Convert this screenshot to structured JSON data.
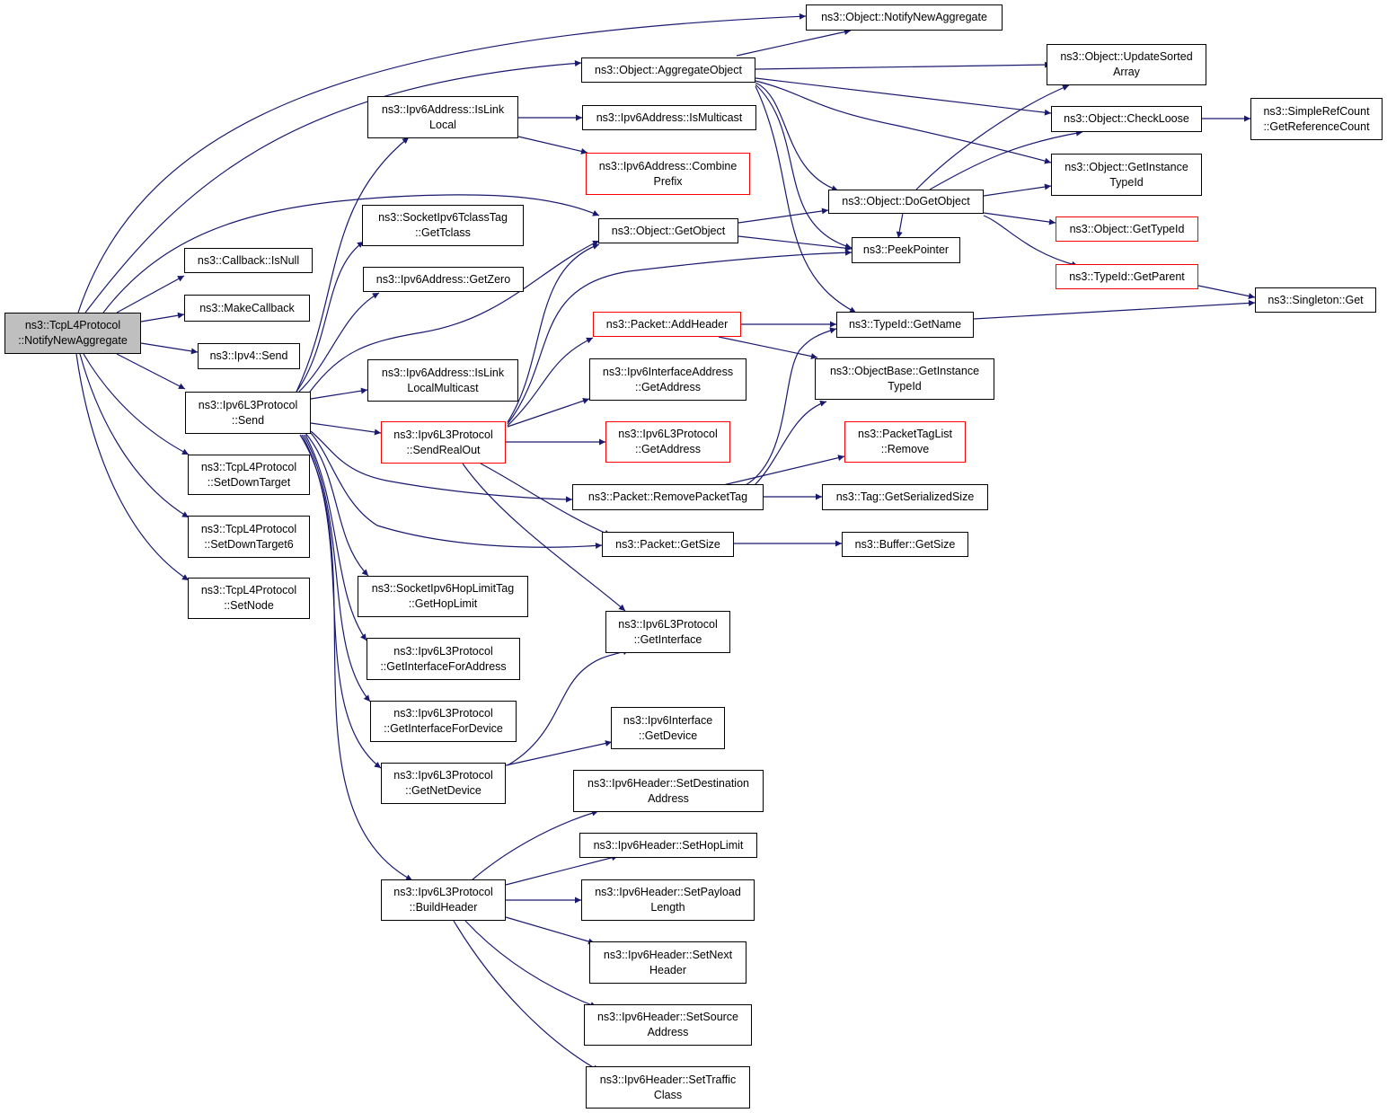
{
  "colors": {
    "edge": "#191970",
    "border": "#000000",
    "red_border": "#ff0000",
    "root_fill": "#bfbfbf"
  },
  "nodes": {
    "root": {
      "lines": [
        "ns3::TcpL4Protocol",
        "::NotifyNewAggregate"
      ]
    },
    "oNNA": {
      "lines": [
        "ns3::Object::NotifyNewAggregate"
      ]
    },
    "oAO": {
      "lines": [
        "ns3::Object::AggregateObject"
      ]
    },
    "oUSA": {
      "lines": [
        "ns3::Object::UpdateSorted",
        "Array"
      ]
    },
    "oCL": {
      "lines": [
        "ns3::Object::CheckLoose"
      ]
    },
    "srcGRC": {
      "lines": [
        "ns3::SimpleRefCount",
        "::GetReferenceCount"
      ]
    },
    "oGIT": {
      "lines": [
        "ns3::Object::GetInstance",
        "TypeId"
      ]
    },
    "oDGO": {
      "lines": [
        "ns3::Object::DoGetObject"
      ]
    },
    "oGTI": {
      "lines": [
        "ns3::Object::GetTypeId"
      ]
    },
    "tGP": {
      "lines": [
        "ns3::TypeId::GetParent"
      ]
    },
    "sG": {
      "lines": [
        "ns3::Singleton::Get"
      ]
    },
    "pp": {
      "lines": [
        "ns3::PeekPointer"
      ]
    },
    "tGN": {
      "lines": [
        "ns3::TypeId::GetName"
      ]
    },
    "obGIT": {
      "lines": [
        "ns3::ObjectBase::GetInstance",
        "TypeId"
      ]
    },
    "ptlR": {
      "lines": [
        "ns3::PacketTagList",
        "::Remove"
      ]
    },
    "tGSS": {
      "lines": [
        "ns3::Tag::GetSerializedSize"
      ]
    },
    "bGS": {
      "lines": [
        "ns3::Buffer::GetSize"
      ]
    },
    "iaILL": {
      "lines": [
        "ns3::Ipv6Address::IsLink",
        "Local"
      ]
    },
    "iaIM": {
      "lines": [
        "ns3::Ipv6Address::IsMulticast"
      ]
    },
    "iaCP": {
      "lines": [
        "ns3::Ipv6Address::Combine",
        "Prefix"
      ]
    },
    "stGT": {
      "lines": [
        "ns3::SocketIpv6TclassTag",
        "::GetTclass"
      ]
    },
    "oGO": {
      "lines": [
        "ns3::Object::GetObject"
      ]
    },
    "cIN": {
      "lines": [
        "ns3::Callback::IsNull"
      ]
    },
    "iaGZ": {
      "lines": [
        "ns3::Ipv6Address::GetZero"
      ]
    },
    "mC": {
      "lines": [
        "ns3::MakeCallback"
      ]
    },
    "pAH": {
      "lines": [
        "ns3::Packet::AddHeader"
      ]
    },
    "i4S": {
      "lines": [
        "ns3::Ipv4::Send"
      ]
    },
    "iaILLM": {
      "lines": [
        "ns3::Ipv6Address::IsLink",
        "LocalMulticast"
      ]
    },
    "iiaGA": {
      "lines": [
        "ns3::Ipv6InterfaceAddress",
        "::GetAddress"
      ]
    },
    "l3S": {
      "lines": [
        "ns3::Ipv6L3Protocol",
        "::Send"
      ]
    },
    "l3SRO": {
      "lines": [
        "ns3::Ipv6L3Protocol",
        "::SendRealOut"
      ]
    },
    "l3GA": {
      "lines": [
        "ns3::Ipv6L3Protocol",
        "::GetAddress"
      ]
    },
    "tSDT": {
      "lines": [
        "ns3::TcpL4Protocol",
        "::SetDownTarget"
      ]
    },
    "pRPT": {
      "lines": [
        "ns3::Packet::RemovePacketTag"
      ]
    },
    "tSDT6": {
      "lines": [
        "ns3::TcpL4Protocol",
        "::SetDownTarget6"
      ]
    },
    "pGS": {
      "lines": [
        "ns3::Packet::GetSize"
      ]
    },
    "tSN": {
      "lines": [
        "ns3::TcpL4Protocol",
        "::SetNode"
      ]
    },
    "shGHL": {
      "lines": [
        "ns3::SocketIpv6HopLimitTag",
        "::GetHopLimit"
      ]
    },
    "l3GI": {
      "lines": [
        "ns3::Ipv6L3Protocol",
        "::GetInterface"
      ]
    },
    "l3GIFA": {
      "lines": [
        "ns3::Ipv6L3Protocol",
        "::GetInterfaceForAddress"
      ]
    },
    "iiGD": {
      "lines": [
        "ns3::Ipv6Interface",
        "::GetDevice"
      ]
    },
    "l3GIFD": {
      "lines": [
        "ns3::Ipv6L3Protocol",
        "::GetInterfaceForDevice"
      ]
    },
    "l3GND": {
      "lines": [
        "ns3::Ipv6L3Protocol",
        "::GetNetDevice"
      ]
    },
    "hSDA": {
      "lines": [
        "ns3::Ipv6Header::SetDestination",
        "Address"
      ]
    },
    "hSHL": {
      "lines": [
        "ns3::Ipv6Header::SetHopLimit"
      ]
    },
    "l3BH": {
      "lines": [
        "ns3::Ipv6L3Protocol",
        "::BuildHeader"
      ]
    },
    "hSPL": {
      "lines": [
        "ns3::Ipv6Header::SetPayload",
        "Length"
      ]
    },
    "hSNH": {
      "lines": [
        "ns3::Ipv6Header::SetNext",
        "Header"
      ]
    },
    "hSSA": {
      "lines": [
        "ns3::Ipv6Header::SetSource",
        "Address"
      ]
    },
    "hSTC": {
      "lines": [
        "ns3::Ipv6Header::SetTraffic",
        "Class"
      ]
    }
  }
}
